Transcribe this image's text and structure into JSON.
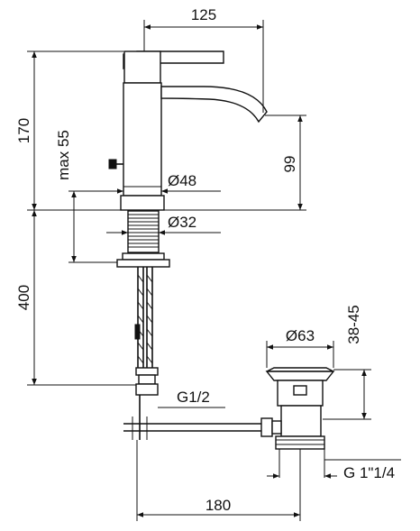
{
  "dimensions": {
    "width_125": "125",
    "height_170": "170",
    "max_55": "max 55",
    "height_99": "99",
    "dia_48": "Ø48",
    "dia_32": "Ø32",
    "length_400": "400",
    "dia_63": "Ø63",
    "range_38_45": "38-45",
    "thread_g12": "G1/2",
    "thread_g114": "G 1\"1/4",
    "distance_180": "180"
  },
  "colors": {
    "line": "#111111",
    "background": "#ffffff"
  }
}
